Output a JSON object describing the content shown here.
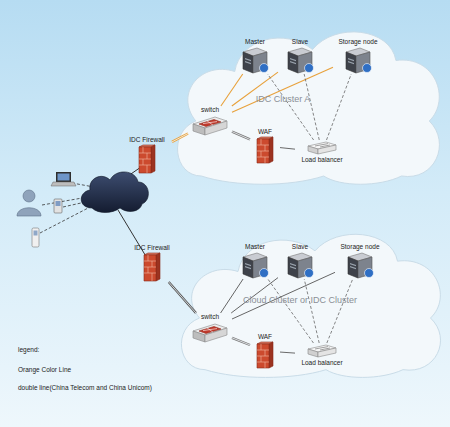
{
  "diagram": {
    "nodes": [
      {
        "text": [
          "IDC Cluster A"
        ]
      },
      {
        "text": [
          "Master"
        ],
        "in": 0
      },
      {
        "text": [
          "Slave"
        ],
        "in": 0
      },
      {
        "text": [
          "Storage node"
        ],
        "in": 0
      },
      {
        "text": [
          "switch"
        ],
        "in": 0
      },
      {
        "text": [
          "WAF"
        ],
        "in": 0
      },
      {
        "text": [
          "Load balancer"
        ],
        "in": 0
      },
      {
        "text": [
          "IDC Firewall"
        ]
      },
      {
        "text": [
          "IDC Firewall"
        ]
      },
      {
        "text": [
          "Cloud Cluster or IDC Cluster"
        ]
      },
      {
        "text": [
          "Master"
        ],
        "in": 9
      },
      {
        "text": [
          "Slave"
        ],
        "in": 9
      },
      {
        "text": [
          "Storage node"
        ],
        "in": 9
      },
      {
        "text": [
          "switch"
        ],
        "in": 9
      },
      {
        "text": [
          "WAF"
        ],
        "in": 9
      },
      {
        "text": [
          "Load balancer"
        ],
        "in": 9
      }
    ],
    "edges": [
      {
        "from": 7,
        "to": 4,
        "arrow": "none"
      },
      {
        "from": 4,
        "to": 1,
        "arrow": "none"
      },
      {
        "from": 4,
        "to": 2,
        "arrow": "none"
      },
      {
        "from": 4,
        "to": 3,
        "arrow": "none"
      },
      {
        "from": 4,
        "to": 5,
        "arrow": "none"
      },
      {
        "from": 5,
        "to": 6,
        "arrow": "none"
      },
      {
        "from": 6,
        "to": 1,
        "arrow": "none"
      },
      {
        "from": 6,
        "to": 2,
        "arrow": "none"
      },
      {
        "from": 6,
        "to": 3,
        "arrow": "none"
      },
      {
        "from": 8,
        "to": 13,
        "arrow": "none"
      },
      {
        "from": 13,
        "to": 10,
        "arrow": "none"
      },
      {
        "from": 13,
        "to": 11,
        "arrow": "none"
      },
      {
        "from": 13,
        "to": 12,
        "arrow": "none"
      },
      {
        "from": 13,
        "to": 14,
        "arrow": "none"
      },
      {
        "from": 14,
        "to": 15,
        "arrow": "none"
      },
      {
        "from": 15,
        "to": 10,
        "arrow": "none"
      },
      {
        "from": 15,
        "to": 11,
        "arrow": "none"
      },
      {
        "from": 15,
        "to": 12,
        "arrow": "none"
      }
    ],
    "labels": [
      "legend:"
    ],
    "legend": [
      {
        "text": "Orange Color Line"
      },
      {
        "text": "double line(China Telecom and China Unicom)"
      }
    ]
  }
}
